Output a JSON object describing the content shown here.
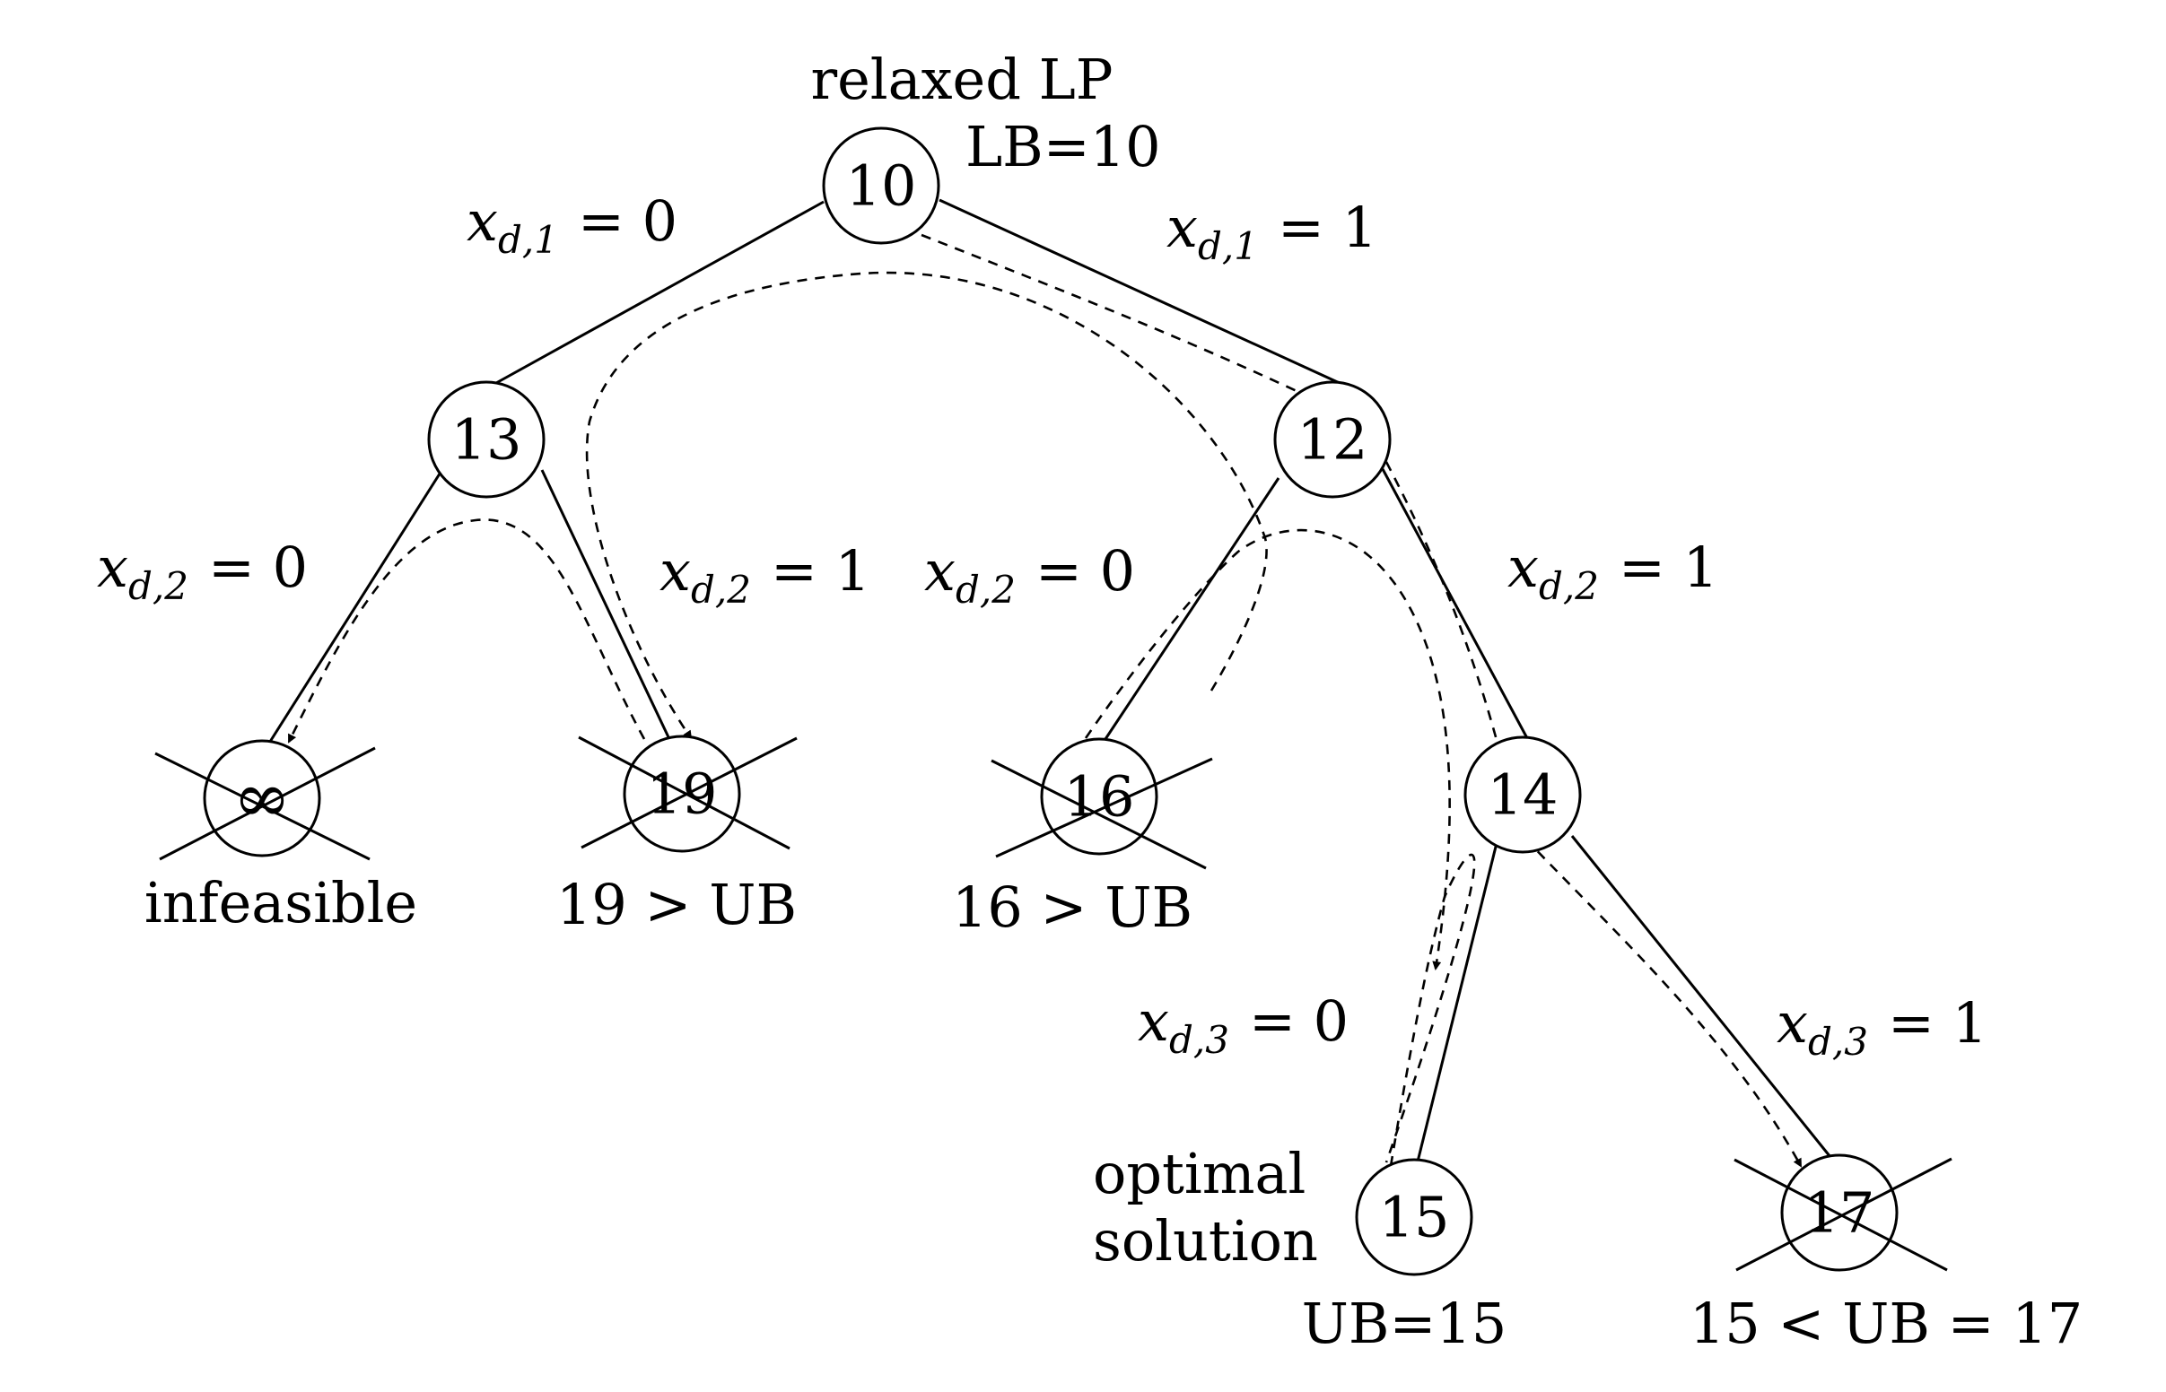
{
  "nodes": {
    "root": "10",
    "left": "13",
    "right": "12",
    "ll": "∞",
    "lr": "19",
    "rl": "16",
    "rr": "14",
    "rrl": "15",
    "rrr": "17"
  },
  "labels": {
    "relaxed_lp": "relaxed LP",
    "lb": "LB=10",
    "infeasible": "infeasible",
    "lr_note": "19 > UB",
    "rl_note": "16 > UB",
    "optimal_1": "optimal",
    "optimal_2": "solution",
    "ub": "UB=15",
    "rrr_note": "15 < UB = 17"
  },
  "branches": {
    "var": "x",
    "sub_prefix": "d,",
    "b1_left": {
      "index": "1",
      "rhs": "= 0"
    },
    "b1_right": {
      "index": "1",
      "rhs": "= 1"
    },
    "b2_ll": {
      "index": "2",
      "rhs": "= 0"
    },
    "b2_lr": {
      "index": "2",
      "rhs": "= 1"
    },
    "b2_rl": {
      "index": "2",
      "rhs": "= 0"
    },
    "b2_rr": {
      "index": "2",
      "rhs": "= 1"
    },
    "b3_l": {
      "index": "3",
      "rhs": "= 0"
    },
    "b3_r": {
      "index": "3",
      "rhs": "= 1"
    }
  }
}
